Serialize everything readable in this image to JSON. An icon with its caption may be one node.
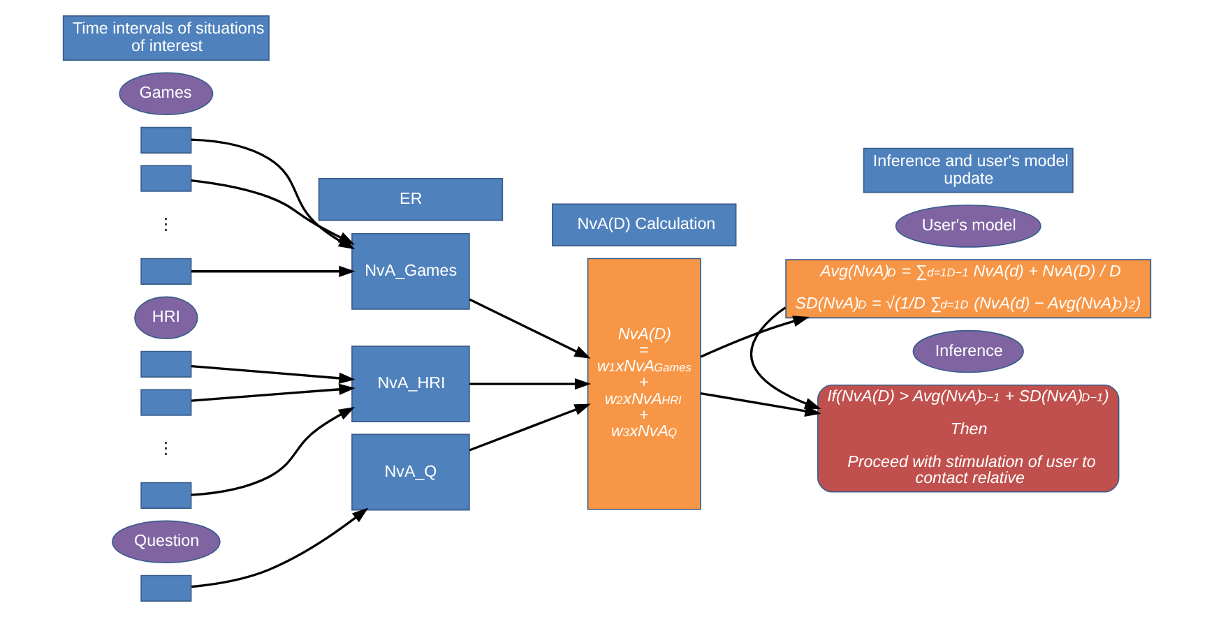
{
  "diagram": {
    "nodes": [
      {
        "text": [
          "Time intervals of situations of interest"
        ]
      },
      {
        "text": [
          "NvA(D) Calculation"
        ]
      },
      {
        "text": [
          "Inference and user's model update"
        ]
      },
      {
        "text": [
          "Games"
        ]
      },
      {
        "text": [
          "ER"
        ]
      },
      {
        "text": [],
        "shape": "box"
      },
      {
        "text": [],
        "shape": "box"
      },
      {
        "text": [],
        "shape": "box"
      },
      {
        "text": [
          "NvA_Games"
        ]
      },
      {
        "text": [
          "HRI"
        ]
      },
      {
        "text": [],
        "shape": "box"
      },
      {
        "text": [],
        "shape": "box"
      },
      {
        "text": [],
        "shape": "box"
      },
      {
        "text": [
          "NvA_HRI"
        ]
      },
      {
        "text": [
          "Question"
        ]
      },
      {
        "text": [],
        "shape": "box"
      },
      {
        "text": [
          "NvA_Q"
        ]
      },
      {
        "text": [
          "NvA(D) = w$_{1}$xNvA$_{Games}$ + w$_{2}$xNvA$_{HRI}$ + w$_{3}$xNvA$_{Q}$"
        ]
      },
      {
        "text": [
          "User's model"
        ]
      },
      {
        "text": [
          "Avg(NvA)$^{D}$ = ∑$_{d=1}$$^{D−1}$ NvA(d) + NvA(D) / D",
          "SD(NvA)$^{D}$ = √(1/D ∑$_{d=1}$$^{D}$ (NvA(d) − Avg(NvA)$^{D}$)$^{2}$)"
        ]
      },
      {
        "text": [
          "Inference"
        ]
      },
      {
        "text": [
          "If(NvA(D) > Avg(NvA)$^{D−1}$ + SD(NvA)$^{D−1}$)",
          "Then",
          "Proceed with stimulation of user to contact relative"
        ]
      }
    ],
    "edges": [
      {
        "from": 5,
        "to": 8,
        "arrow": "to"
      },
      {
        "from": 6,
        "to": 8,
        "arrow": "to"
      },
      {
        "from": 7,
        "to": 8,
        "arrow": "to"
      },
      {
        "from": 10,
        "to": 13,
        "arrow": "to"
      },
      {
        "from": 11,
        "to": 13,
        "arrow": "to"
      },
      {
        "from": 12,
        "to": 13,
        "arrow": "to"
      },
      {
        "from": 15,
        "to": 16,
        "arrow": "to"
      },
      {
        "from": 8,
        "to": 17,
        "arrow": "to"
      },
      {
        "from": 13,
        "to": 17,
        "arrow": "to"
      },
      {
        "from": 16,
        "to": 17,
        "arrow": "to"
      },
      {
        "from": 17,
        "to": 19,
        "arrow": "to"
      },
      {
        "from": 19,
        "to": 21,
        "arrow": "to"
      },
      {
        "from": 17,
        "to": 21,
        "arrow": "to"
      }
    ],
    "labels": [
      "⋮",
      "⋮"
    ]
  }
}
